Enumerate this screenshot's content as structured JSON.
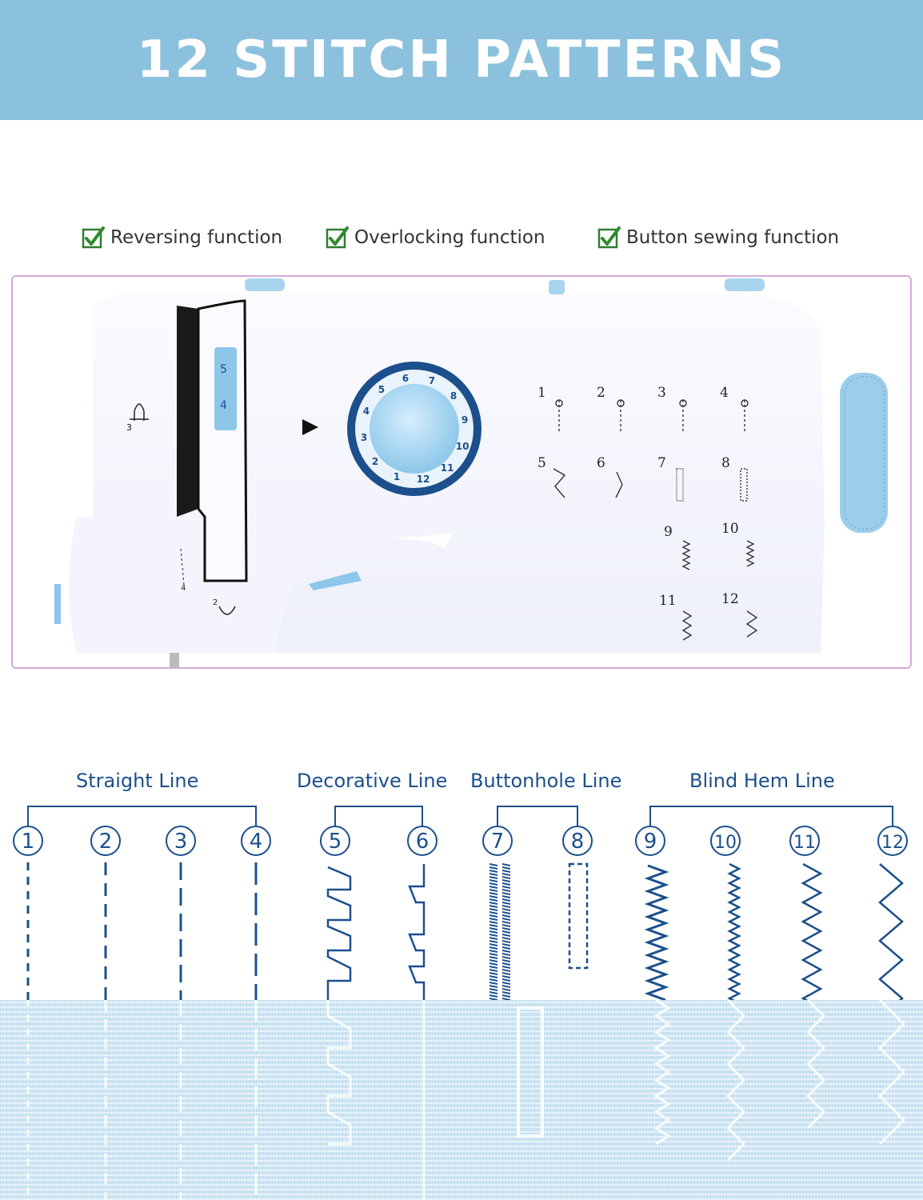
{
  "banner": {
    "title": "12 STITCH PATTERNS"
  },
  "features": [
    {
      "label": "Reversing function",
      "icon": "checkbox-icon"
    },
    {
      "label": "Overlocking function",
      "icon": "checkbox-icon"
    },
    {
      "label": "Button sewing function",
      "icon": "checkbox-icon"
    }
  ],
  "machine": {
    "dial_numbers": [
      "1",
      "2",
      "3",
      "4",
      "5",
      "6",
      "7",
      "8",
      "9",
      "10",
      "11",
      "12"
    ],
    "panel_numbers": [
      "1",
      "2",
      "3",
      "4",
      "5",
      "6",
      "7",
      "8",
      "9",
      "10",
      "11",
      "12"
    ],
    "side_labels": {
      "needle_label": "3",
      "thread_label": "4",
      "bobbin_label": "2",
      "length_top": "5",
      "length_bottom": "4"
    }
  },
  "categories": [
    {
      "label": "Straight Line",
      "stitches": [
        "1",
        "2",
        "3",
        "4"
      ]
    },
    {
      "label": "Decorative Line",
      "stitches": [
        "5",
        "6"
      ]
    },
    {
      "label": "Buttonhole Line",
      "stitches": [
        "7",
        "8"
      ]
    },
    {
      "label": "Blind Hem Line",
      "stitches": [
        "9",
        "10",
        "11",
        "12"
      ]
    }
  ],
  "colors": {
    "banner": "#8cc1dd",
    "accent_blue": "#1c4f8c",
    "check_green": "#2e8b2e",
    "frame_border": "#d7a8d9",
    "dial_blue": "#8cc7ea",
    "fabric": "#cfe6f3"
  }
}
